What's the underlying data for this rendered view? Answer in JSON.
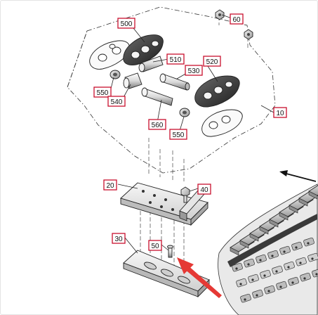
{
  "diagram": {
    "callouts": [
      {
        "id": "10",
        "text": "10"
      },
      {
        "id": "20",
        "text": "20"
      },
      {
        "id": "30",
        "text": "30"
      },
      {
        "id": "40",
        "text": "40"
      },
      {
        "id": "50",
        "text": "50"
      },
      {
        "id": "60",
        "text": "60"
      },
      {
        "id": "500",
        "text": "500"
      },
      {
        "id": "510",
        "text": "510"
      },
      {
        "id": "520",
        "text": "520"
      },
      {
        "id": "530",
        "text": "530"
      },
      {
        "id": "540",
        "text": "540"
      },
      {
        "id": "550a",
        "text": "550"
      },
      {
        "id": "550b",
        "text": "550"
      },
      {
        "id": "560",
        "text": "560"
      }
    ],
    "colors": {
      "callout_border": "#c8102e",
      "arrow_red": "#e53935",
      "line": "#222222"
    },
    "icons": [
      "pointer-arrow-black",
      "pointer-arrow-red"
    ]
  }
}
